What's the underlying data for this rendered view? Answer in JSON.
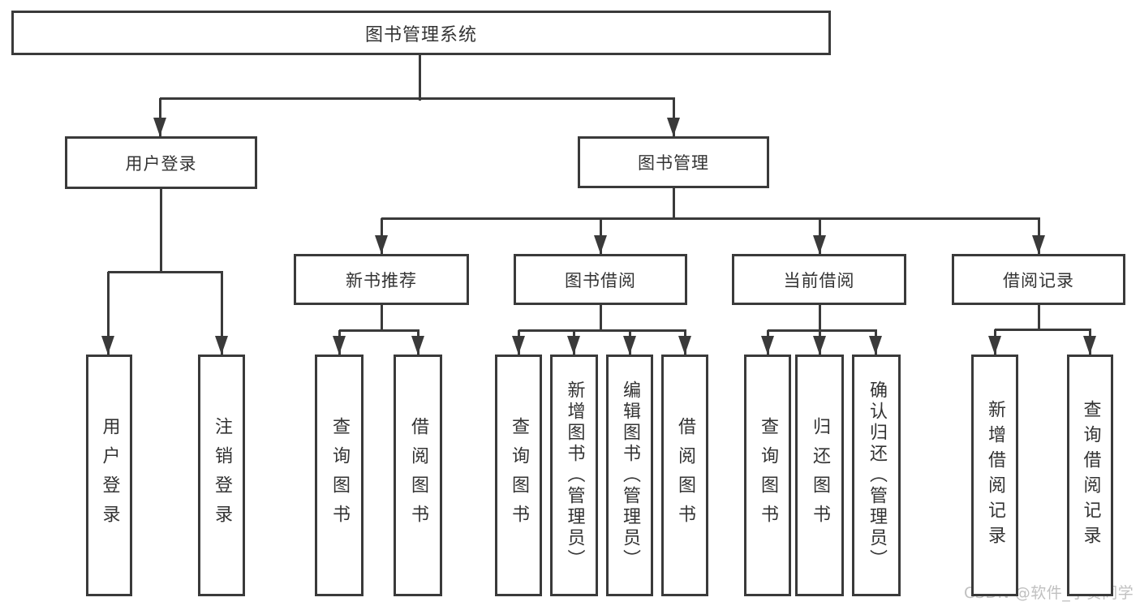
{
  "diagram": {
    "title": "图书管理系统",
    "type": "hierarchy-tree",
    "colors": {
      "line": "#3a3a3a",
      "text": "#333333",
      "box_background": "#ffffff",
      "page_background": "#ffffff",
      "watermark": "#c0c0c0"
    },
    "nodes": [
      {
        "id": "root",
        "label": "图书管理系统",
        "level": 1,
        "parent": null
      },
      {
        "id": "user-login",
        "label": "用户登录",
        "level": 2,
        "parent": "root"
      },
      {
        "id": "book-management",
        "label": "图书管理",
        "level": 2,
        "parent": "root"
      },
      {
        "id": "new-book-recommend",
        "label": "新书推荐",
        "level": 3,
        "parent": "book-management"
      },
      {
        "id": "book-borrowing",
        "label": "图书借阅",
        "level": 3,
        "parent": "book-management"
      },
      {
        "id": "current-borrowing",
        "label": "当前借阅",
        "level": 3,
        "parent": "book-management"
      },
      {
        "id": "borrowing-records",
        "label": "借阅记录",
        "level": 3,
        "parent": "book-management"
      },
      {
        "id": "leaf-user-login",
        "label": "用户登录",
        "level": 4,
        "parent": "user-login"
      },
      {
        "id": "leaf-logout",
        "label": "注销登录",
        "level": 4,
        "parent": "user-login"
      },
      {
        "id": "leaf-query-books-recommend",
        "label": "查询图书",
        "level": 4,
        "parent": "new-book-recommend"
      },
      {
        "id": "leaf-borrow-books-recommend",
        "label": "借阅图书",
        "level": 4,
        "parent": "new-book-recommend"
      },
      {
        "id": "leaf-query-books-borrowing",
        "label": "查询图书",
        "level": 4,
        "parent": "book-borrowing"
      },
      {
        "id": "leaf-add-books-admin",
        "label": "新增图书（管理员）",
        "level": 4,
        "parent": "book-borrowing"
      },
      {
        "id": "leaf-edit-books-admin",
        "label": "编辑图书（管理员）",
        "level": 4,
        "parent": "book-borrowing"
      },
      {
        "id": "leaf-borrow-books-borrowing",
        "label": "借阅图书",
        "level": 4,
        "parent": "book-borrowing"
      },
      {
        "id": "leaf-query-books-current",
        "label": "查询图书",
        "level": 4,
        "parent": "current-borrowing"
      },
      {
        "id": "leaf-return-books",
        "label": "归还图书",
        "level": 4,
        "parent": "current-borrowing"
      },
      {
        "id": "leaf-confirm-return-admin",
        "label": "确认归还（管理员）",
        "level": 4,
        "parent": "current-borrowing"
      },
      {
        "id": "leaf-add-borrow-record",
        "label": "新增借阅记录",
        "level": 4,
        "parent": "borrowing-records"
      },
      {
        "id": "leaf-query-borrow-record",
        "label": "查询借阅记录",
        "level": 4,
        "parent": "borrowing-records"
      }
    ]
  },
  "watermark": {
    "text": "CSDN @软件_小贺同学"
  }
}
